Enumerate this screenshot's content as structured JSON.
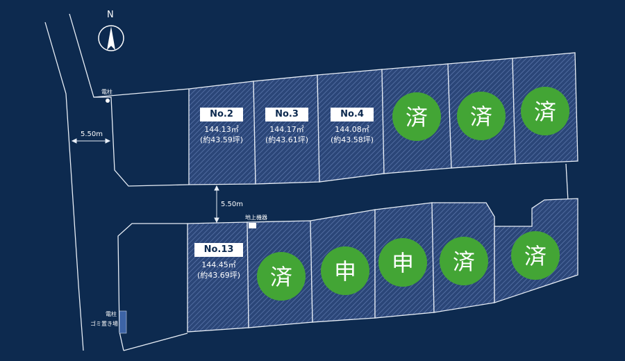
{
  "north_label": "N",
  "road_width_left": "5.50m",
  "road_width_center": "5.50m",
  "utility_pole_top": "電柱",
  "utility_pole_bottom": "電柱",
  "garbage_area": "ゴミ置き場",
  "ground_equipment": "地上機器",
  "lots": {
    "no2": {
      "no": "No.2",
      "area": "144.13㎡",
      "tsubo": "(約43.59坪)"
    },
    "no3": {
      "no": "No.3",
      "area": "144.17㎡",
      "tsubo": "(約43.61坪)"
    },
    "no4": {
      "no": "No.4",
      "area": "144.08㎡",
      "tsubo": "(約43.58坪)"
    },
    "no13": {
      "no": "No.13",
      "area": "144.45㎡",
      "tsubo": "(約43.69坪)"
    }
  },
  "badges": {
    "sold": "済",
    "applied": "申",
    "top": [
      "済",
      "済",
      "済"
    ],
    "bottom": [
      "済",
      "申",
      "申",
      "済",
      "済"
    ]
  },
  "colors": {
    "background": "#0d2a4f",
    "lot_fill": "#2b4678",
    "hatch": "#5f7bb0",
    "badge": "#43a535",
    "line": "#e8eef6"
  }
}
